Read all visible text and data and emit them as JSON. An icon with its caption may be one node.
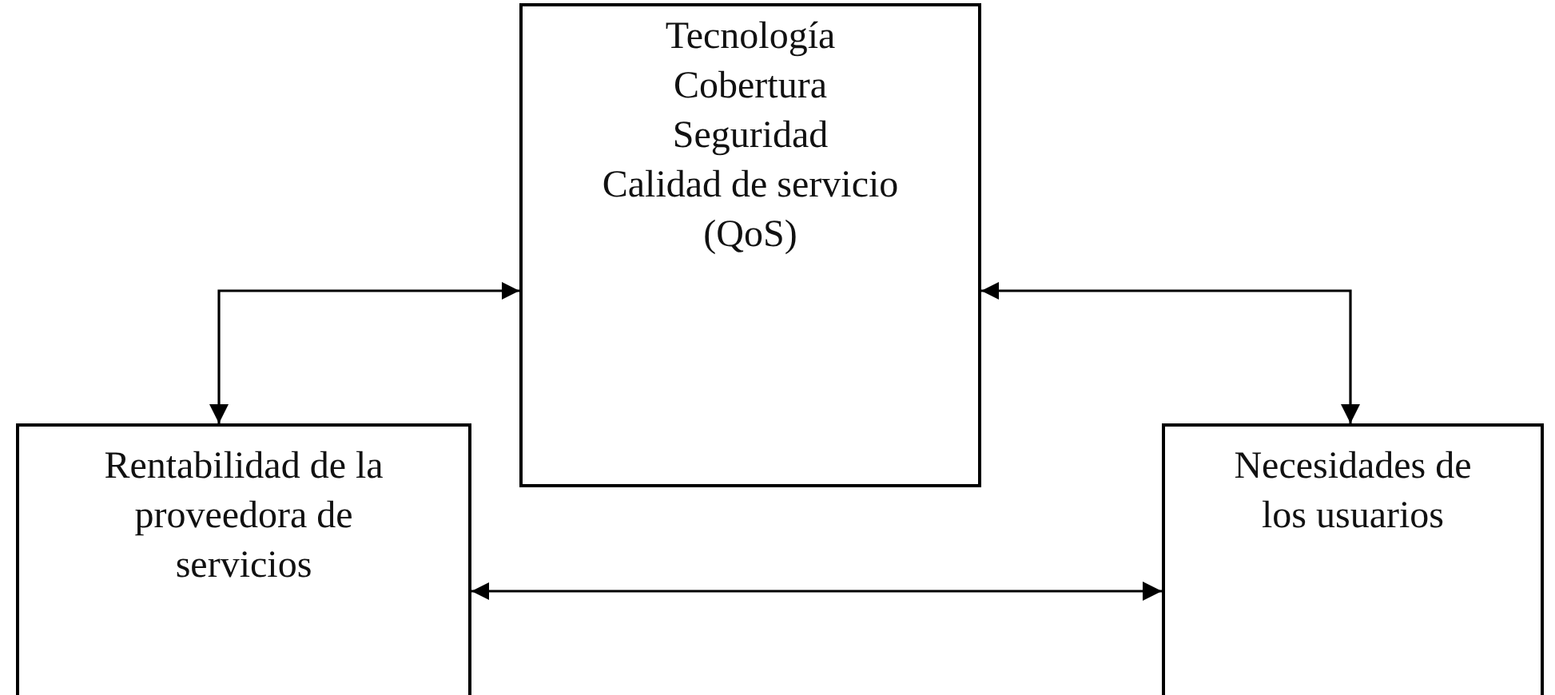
{
  "diagram": {
    "nodes": [
      {
        "text": [
          "Tecnología",
          "Cobertura",
          "Seguridad",
          "Calidad de servicio (QoS)"
        ]
      },
      {
        "text": [
          "Rentabilidad de la proveedora de servicios"
        ]
      },
      {
        "text": [
          "Necesidades de los usuarios"
        ]
      }
    ],
    "edges": [
      {
        "from": 0,
        "to": 1,
        "arrow": "both"
      },
      {
        "from": 0,
        "to": 2,
        "arrow": "both"
      },
      {
        "from": 1,
        "to": 2,
        "arrow": "both"
      }
    ]
  }
}
